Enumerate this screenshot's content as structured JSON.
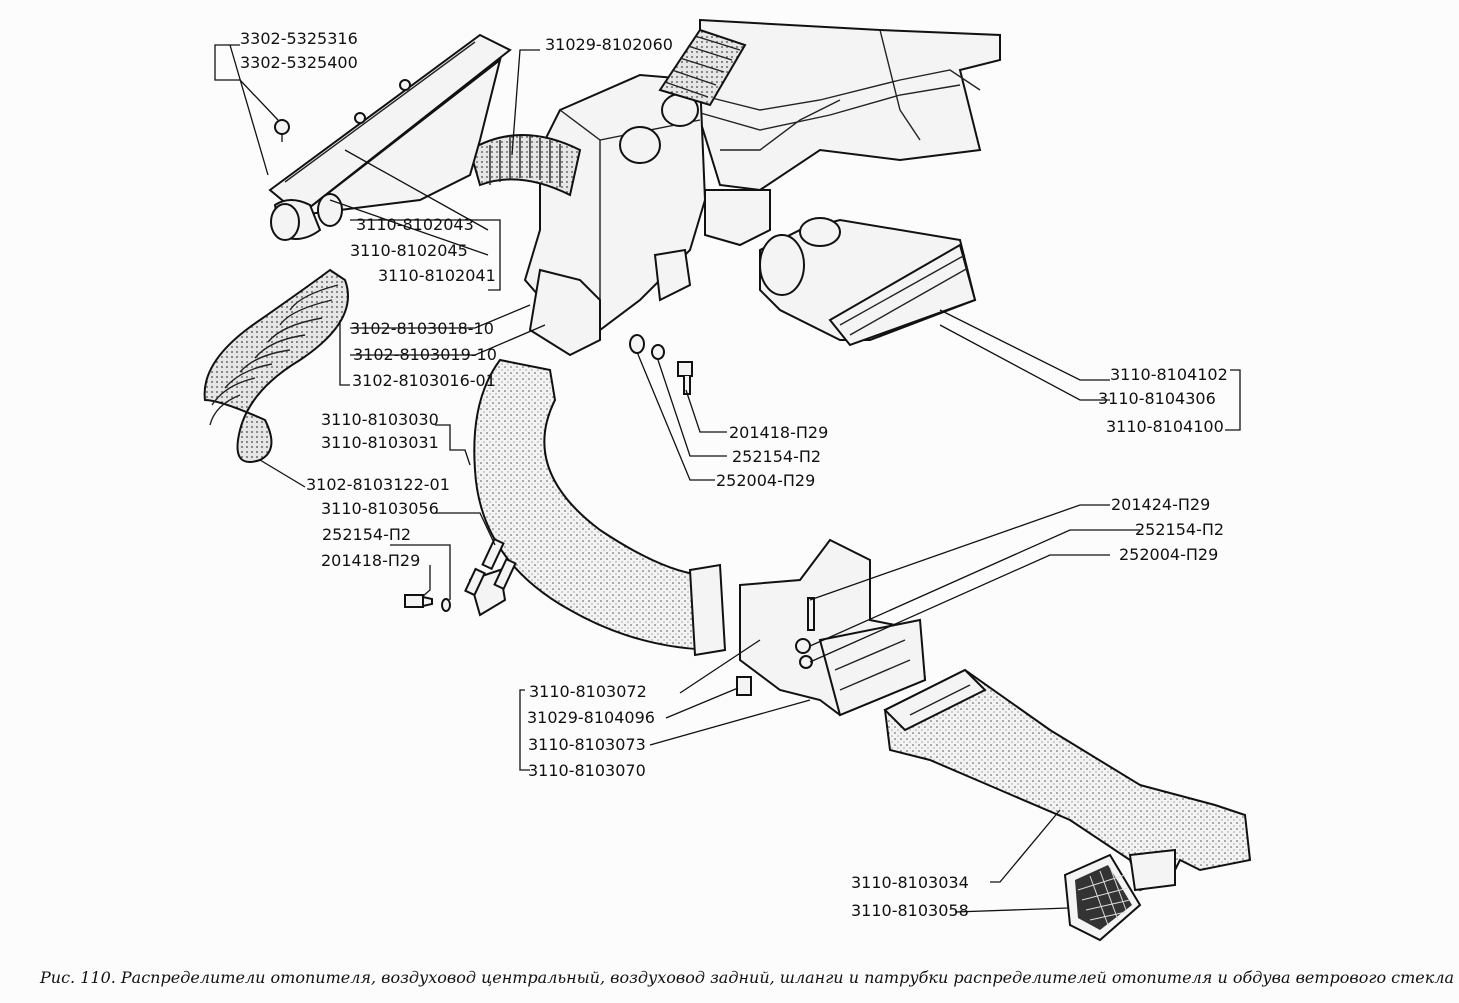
{
  "labels": {
    "l1": "3302-5325316",
    "l2": "3302-5325400",
    "l3": "31029-8102060",
    "l4": "3110-8102043",
    "l5": "3110-8102045",
    "l6": "3110-8102041",
    "l7": "3102-8103018-10",
    "l8": "3102-8103019-10",
    "l9": "3102-8103016-01",
    "l10": "3110-8103030",
    "l11": "3110-8103031",
    "l12": "3102-8103122-01",
    "l13": "3110-8103056",
    "l14": "252154-П2",
    "l15": "201418-П29",
    "l16": "201418-П29",
    "l17": "252154-П2",
    "l18": "252004-П29",
    "l19": "3110-8104102",
    "l20": "3110-8104306",
    "l21": "3110-8104100",
    "l22": "201424-П29",
    "l23": "252154-П2",
    "l24": "252004-П29",
    "l25": "3110-8103072",
    "l26": "31029-8104096",
    "l27": "3110-8103073",
    "l28": "3110-8103070",
    "l29": "3110-8103034",
    "l30": "3110-8103058"
  },
  "caption": "Рис. 110. Распределители отопителя, воздуховод центральный, воздуховод задний, шланги и патрубки распределителей отопителя и обдува ветрового стекла"
}
